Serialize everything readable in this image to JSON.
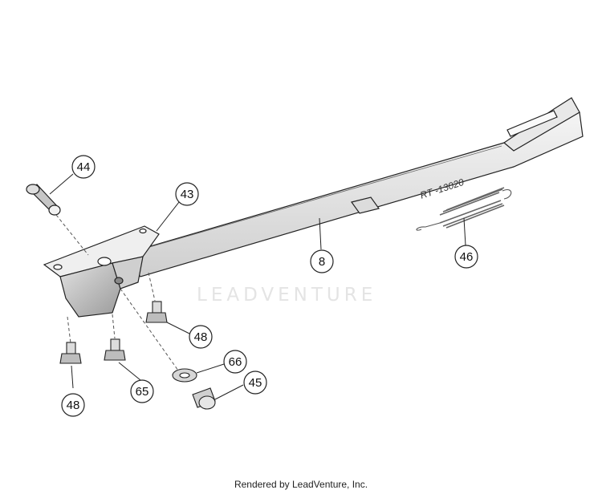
{
  "watermark": "LEADVENTURE",
  "footer": "Rendered by LeadVenture, Inc.",
  "arm_marking": "RT -13020",
  "callouts": {
    "c44": "44",
    "c43": "43",
    "c8": "8",
    "c46": "46",
    "c48a": "48",
    "c48b": "48",
    "c66": "66",
    "c65": "65",
    "c45": "45"
  },
  "colors": {
    "line": "#222222",
    "dash": "#555555",
    "shade": "#bdbdbd",
    "spring": "#555555"
  }
}
